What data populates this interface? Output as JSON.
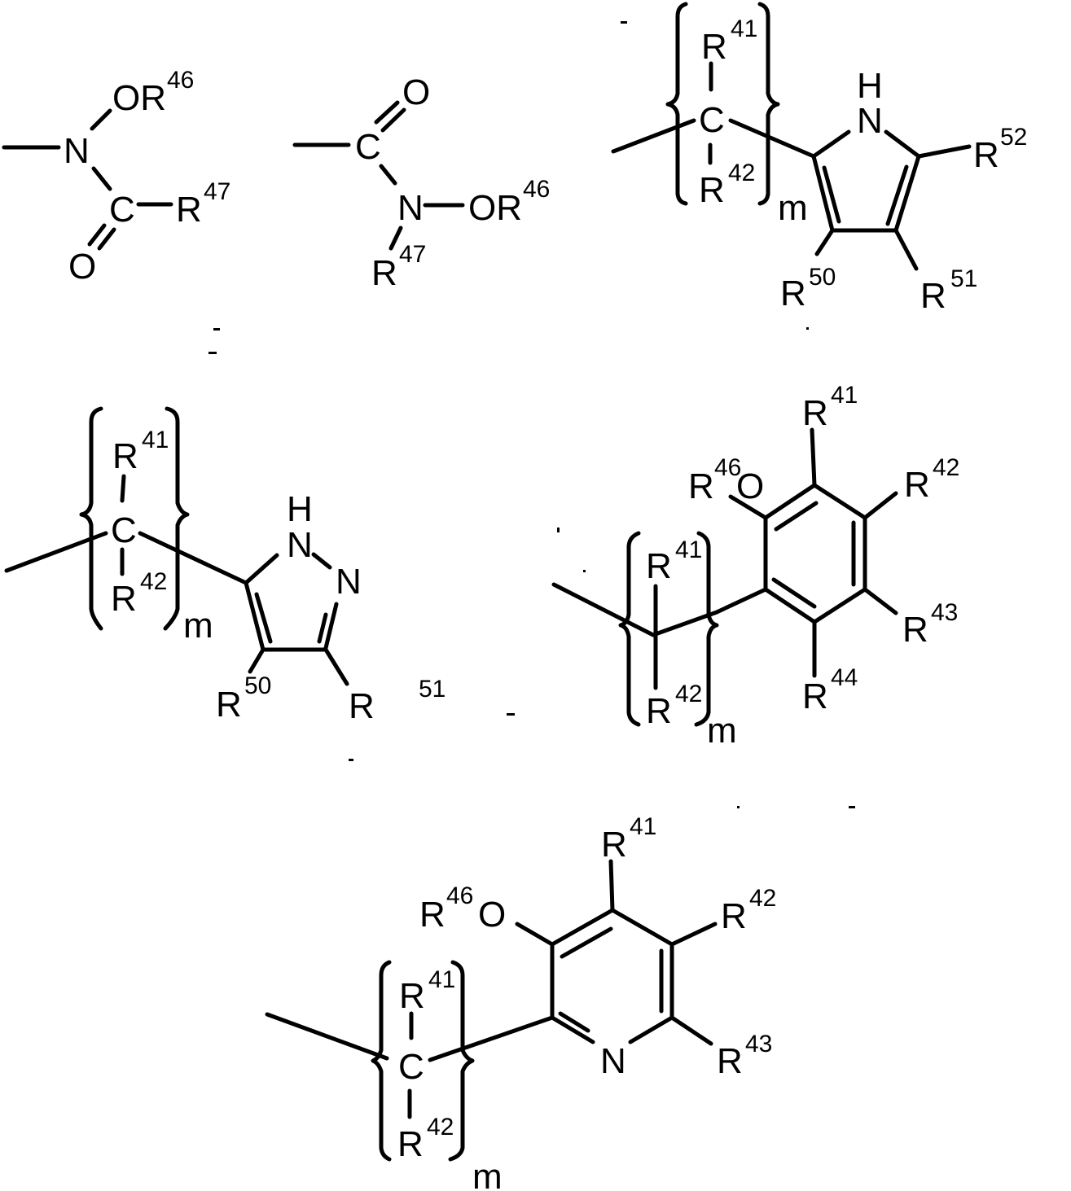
{
  "figure": {
    "type": "chemical-structure-set",
    "background": "#ffffff",
    "ink": "#000000"
  },
  "structures": [
    {
      "id": "s1",
      "name": "N-alkoxy amide (N-linked)",
      "labels": {
        "or": "OR",
        "or_sup": "46",
        "n": "N",
        "c": "C",
        "r": "R",
        "r_sup": "47",
        "o": "O"
      }
    },
    {
      "id": "s2",
      "name": "hydroxamate ester (C-linked)",
      "labels": {
        "o": "O",
        "c": "C",
        "n": "N",
        "or": "OR",
        "or_sup": "46",
        "r": "R",
        "r_sup": "47"
      }
    },
    {
      "id": "s3",
      "name": "pyrrolyl with (CR41R42)m linker",
      "labels": {
        "r_top": "R",
        "r_top_sup": "41",
        "c": "C",
        "r_bot": "R",
        "r_bot_sup": "42",
        "m": "m",
        "h": "H",
        "n": "N",
        "r52": "R",
        "r52_sup": "52",
        "r50": "R",
        "r50_sup": "50",
        "r51": "R",
        "r51_sup": "51"
      }
    },
    {
      "id": "s4",
      "name": "pyrazolyl with (CR41R42)m linker",
      "labels": {
        "r_top": "R",
        "r_top_sup": "41",
        "c": "C",
        "r_bot": "R",
        "r_bot_sup": "42",
        "m": "m",
        "h": "H",
        "n1": "N",
        "n2": "N",
        "r50": "R",
        "r50_sup": "50",
        "r51": "R",
        "r51_sup": "51"
      }
    },
    {
      "id": "s5",
      "name": "2-alkoxyphenyl with (CR41R42)m linker",
      "labels": {
        "r_top": "R",
        "r_top_sup": "41",
        "r_bot": "R",
        "r_bot_sup": "42",
        "m": "m",
        "r46": "R",
        "r46_sup": "46",
        "o": "O",
        "r41": "R",
        "r41_sup": "41",
        "r42": "R",
        "r42_sup": "42",
        "r43": "R",
        "r43_sup": "43",
        "r44": "R",
        "r44_sup": "44"
      }
    },
    {
      "id": "s6",
      "name": "3-alkoxypyridin-2-yl with (CR41R42)m linker",
      "labels": {
        "r_top": "R",
        "r_top_sup": "41",
        "c": "C",
        "r_bot": "R",
        "r_bot_sup": "42",
        "m": "m",
        "r46": "R",
        "r46_sup": "46",
        "o": "O",
        "r41": "R",
        "r41_sup": "41",
        "r42": "R",
        "r42_sup": "42",
        "n": "N",
        "r43": "R",
        "r43_sup": "43"
      }
    }
  ]
}
